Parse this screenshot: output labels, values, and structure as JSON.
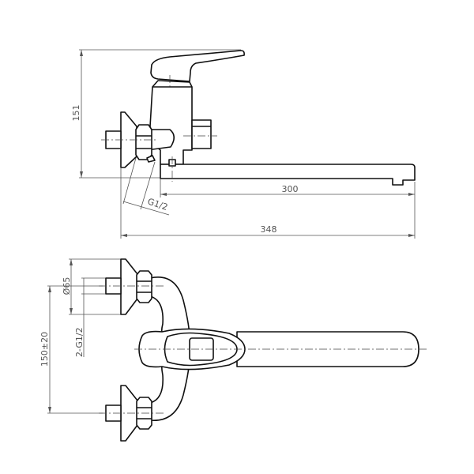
{
  "drawing": {
    "side_view": {
      "height_dim": "151",
      "spout_reach_dim": "300",
      "total_length_dim": "348",
      "inlet_thread": "G1/2"
    },
    "plan_view": {
      "flange_diameter_dim": "Ø65",
      "inlet_thread_dim": "2-G1/2",
      "inlet_spacing_dim": "150±20"
    }
  }
}
